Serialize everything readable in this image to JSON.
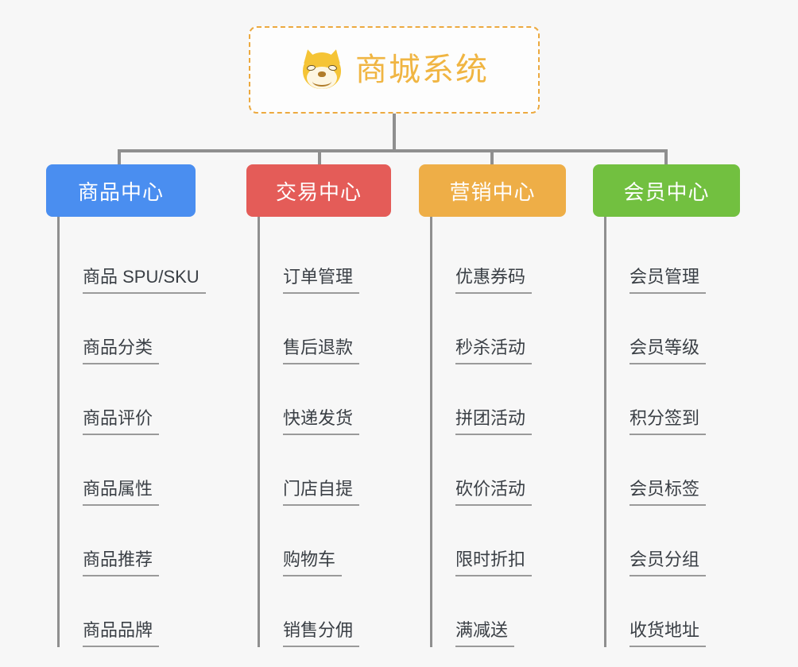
{
  "root": {
    "title": "商城系统",
    "icon": "shiba-dog-face-emoji",
    "border_color": "#eca93f",
    "text_color": "#f0b542"
  },
  "connector_color": "#8f8f8f",
  "background_color": "#f7f7f7",
  "columns": [
    {
      "title": "商品中心",
      "color": "#4a8ef0",
      "items": [
        "商品 SPU/SKU",
        "商品分类",
        "商品评价",
        "商品属性",
        "商品推荐",
        "商品品牌"
      ]
    },
    {
      "title": "交易中心",
      "color": "#e45c58",
      "items": [
        "订单管理",
        "售后退款",
        "快递发货",
        "门店自提",
        "购物车",
        "销售分佣"
      ]
    },
    {
      "title": "营销中心",
      "color": "#eeae47",
      "items": [
        "优惠券码",
        "秒杀活动",
        "拼团活动",
        "砍价活动",
        "限时折扣",
        "满减送"
      ]
    },
    {
      "title": "会员中心",
      "color": "#72c040",
      "items": [
        "会员管理",
        "会员等级",
        "积分签到",
        "会员标签",
        "会员分组",
        "收货地址"
      ]
    }
  ]
}
